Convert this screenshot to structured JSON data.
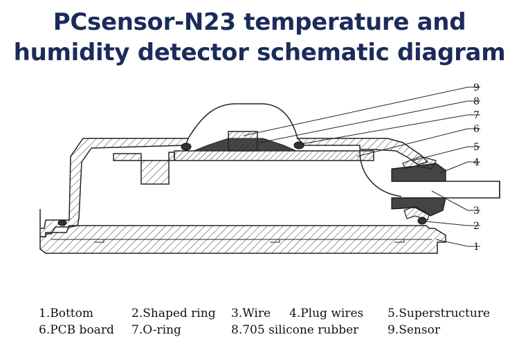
{
  "title": {
    "line1": "PCsensor-N23 temperature and",
    "line2": "humidity detector schematic diagram"
  },
  "callouts": [
    "1",
    "2",
    "3",
    "4",
    "5",
    "6",
    "7",
    "8",
    "9"
  ],
  "legend": [
    [
      "1.Bottom",
      "2.Shaped ring",
      "3.Wire",
      "4.Plug wires",
      "5.Superstructure"
    ],
    [
      "6.PCB board",
      "7.O-ring",
      "8.705 silicone rubber",
      "9.Sensor"
    ]
  ],
  "colors": {
    "title": "#1b2b5a",
    "line": "#222222",
    "rubber": "#444444"
  }
}
